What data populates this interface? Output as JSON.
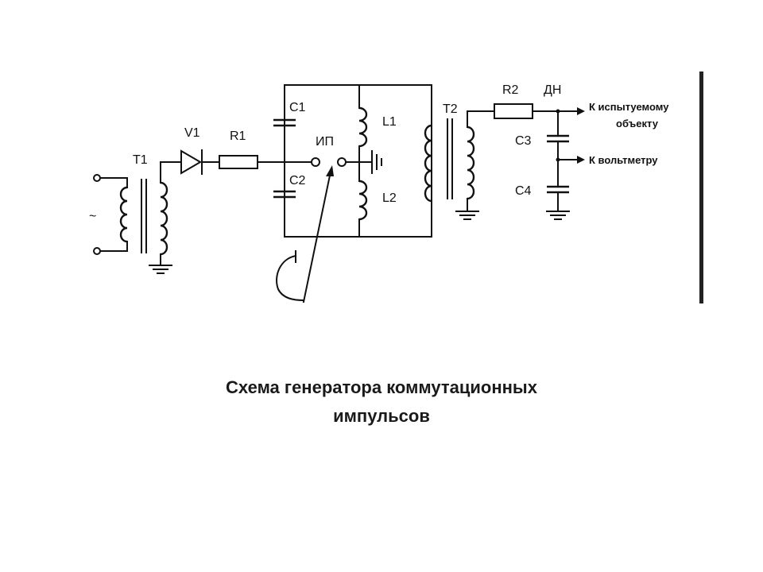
{
  "diagram": {
    "components": {
      "t1": "T1",
      "v1": "V1",
      "r1": "R1",
      "c1": "C1",
      "c2": "C2",
      "ip": "ИП",
      "l1": "L1",
      "l2": "L2",
      "t2": "T2",
      "r2": "R2",
      "dn": "ДН",
      "c3": "C3",
      "c4": "C4"
    },
    "ac_symbol": "~",
    "outputs": {
      "object_line1": "К испытуемому",
      "object_line2": "объекту",
      "voltmeter": "К вольтметру"
    }
  },
  "caption": {
    "line1": "Схема генератора коммутационных",
    "line2": "импульсов"
  }
}
